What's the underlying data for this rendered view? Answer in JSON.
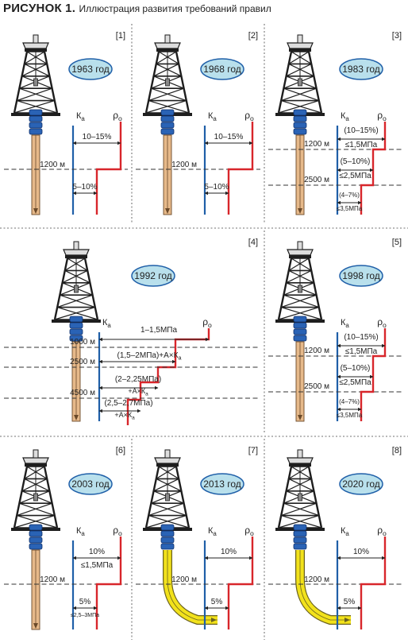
{
  "figure": {
    "label": "РИСУНОК 1.",
    "title": "Иллюстрация развития требований правил"
  },
  "colors": {
    "ka_line": "#1f5fa8",
    "po_line": "#d8262b",
    "oval_fill": "#b9e0ec",
    "oval_stroke": "#1f5fa8",
    "pipe_orange": "#e6b98a",
    "pipe_yellow": "#f2e21b",
    "preventer_blue": "#2a63b5",
    "tower": "#1e1e1e"
  },
  "axis_labels": {
    "ka": "К",
    "ka_sub": "а",
    "po": "ρ",
    "po_sub": "о"
  },
  "panels": [
    {
      "num": "[1]",
      "year": "1963 год",
      "depth1": "1200 м",
      "upper": [
        "10–15%"
      ],
      "lower": [
        "5–10%"
      ]
    },
    {
      "num": "[2]",
      "year": "1968 год",
      "depth1": "1200 м",
      "upper": [
        "10–15%"
      ],
      "lower": [
        "5–10%"
      ]
    },
    {
      "num": "[3]",
      "year": "1983 год",
      "depth1": "1200 м",
      "depth2": "2500 м",
      "upper": [
        "(10–15%)",
        "≤1,5МПа"
      ],
      "middle": [
        "(5–10%)",
        "≤2,5МПа"
      ],
      "lower": [
        "(4–7%)",
        "≤3,5МПа"
      ]
    },
    {
      "num": "[4]",
      "year": "1992 год",
      "depth1": "1000 м",
      "depth2": "2500 м",
      "depth3": "4500 м",
      "arrow1": [
        "1–1,5МПа"
      ],
      "arrow2": [
        "(1,5–2МПа)+А×К"
      ],
      "arrow2_sub": "а",
      "arrow3": [
        "(2–2,25МПа)",
        "+А×К"
      ],
      "arrow3_sub": "а",
      "arrow4": [
        "(2,5–2,7МПа)",
        "+А×К"
      ],
      "arrow4_sub": "а"
    },
    {
      "num": "[5]",
      "year": "1998 год",
      "depth1": "1200 м",
      "depth2": "2500 м",
      "upper": [
        "(10–15%)",
        "≤1,5МПа"
      ],
      "middle": [
        "(5–10%)",
        "≤2,5МПа"
      ],
      "lower": [
        "(4–7%)",
        "≤3,5МПа"
      ]
    },
    {
      "num": "[6]",
      "year": "2003 год",
      "depth1": "1200 м",
      "upper": [
        "10%",
        "≤1,5МПа"
      ],
      "lower": [
        "5%",
        "≤2,5–3МПа"
      ]
    },
    {
      "num": "[7]",
      "year": "2013 год",
      "depth1": "1200 м",
      "upper": [
        "10%"
      ],
      "lower": [
        "5%"
      ]
    },
    {
      "num": "[8]",
      "year": "2020 год",
      "depth1": "1200 м",
      "upper": [
        "10%"
      ],
      "lower": [
        "5%"
      ]
    }
  ]
}
